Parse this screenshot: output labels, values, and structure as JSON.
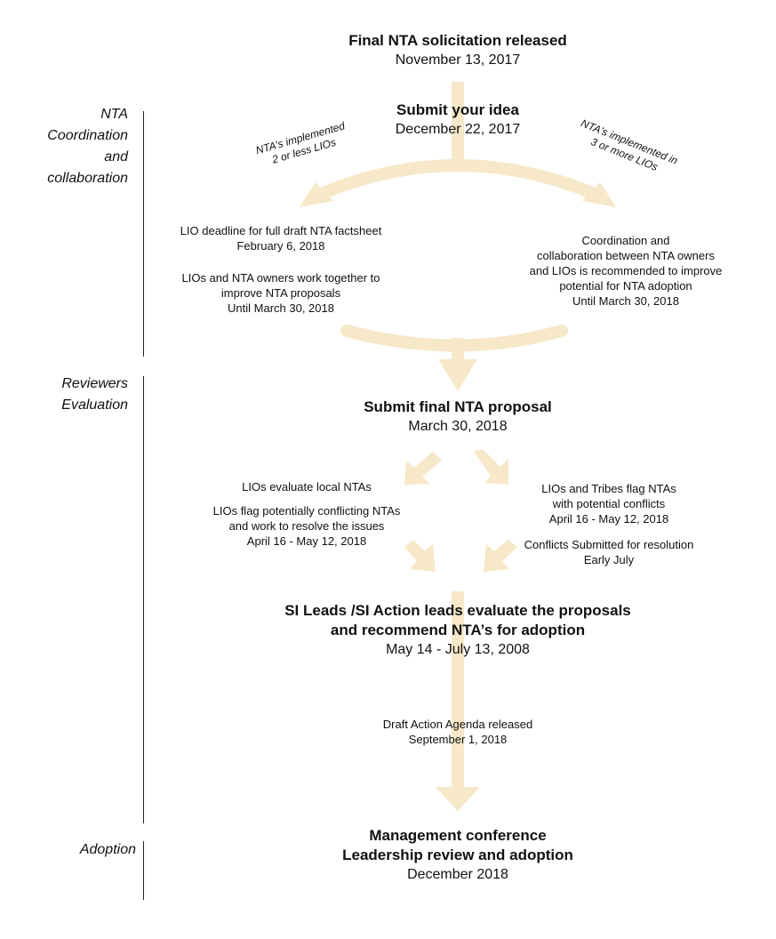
{
  "phases": {
    "coordination": [
      "NTA",
      "Coordination",
      "and",
      "collaboration"
    ],
    "reviewers": [
      "Reviewers",
      "Evaluation"
    ],
    "adoption": [
      "Adoption"
    ]
  },
  "steps": {
    "solicitation": {
      "title": "Final NTA solicitation released",
      "date": "November 13, 2017"
    },
    "submit_idea": {
      "title": "Submit your idea",
      "date": "December 22, 2017"
    },
    "submit_final": {
      "title": "Submit final NTA proposal",
      "date": "March 30, 2018"
    },
    "si_leads": {
      "title_line1": "SI Leads /SI Action leads evaluate the proposals",
      "title_line2": "and recommend NTA’s for adoption",
      "date": "May 14 - July 13, 2008"
    },
    "management": {
      "title_line1": "Management conference",
      "title_line2": "Leadership review and adoption",
      "date": "December 2018"
    }
  },
  "branches": {
    "left_label": [
      "NTA's implemented",
      "2 or less LIOs"
    ],
    "right_label": [
      "NTA's implemented in",
      "3 or more  LIOs"
    ]
  },
  "notes": {
    "lio_deadline": [
      "LIO deadline for full draft NTA factsheet",
      "February 6, 2018"
    ],
    "lio_work": [
      "LIOs and NTA owners work together to",
      "improve NTA proposals",
      "Until March 30, 2018"
    ],
    "coordination": [
      "Coordination and",
      "collaboration between NTA owners",
      "and LIOs is recommended to improve",
      "potential for NTA adoption",
      "Until March 30, 2018"
    ],
    "lio_evaluate": [
      "LIOs evaluate local NTAs"
    ],
    "lio_flag": [
      "LIOs flag potentially conflicting NTAs",
      "and work to resolve the issues",
      "April 16 - May 12, 2018"
    ],
    "tribes_flag": [
      "LIOs and Tribes flag NTAs",
      "with potential conflicts",
      "April 16 - May 12, 2018"
    ],
    "conflicts": [
      "Conflicts Submitted for resolution",
      "Early July"
    ],
    "draft_agenda": [
      "Draft Action Agenda released",
      "September 1,  2018"
    ]
  },
  "colors": {
    "arrow": "#f6e8c8",
    "rule": "#222222"
  }
}
